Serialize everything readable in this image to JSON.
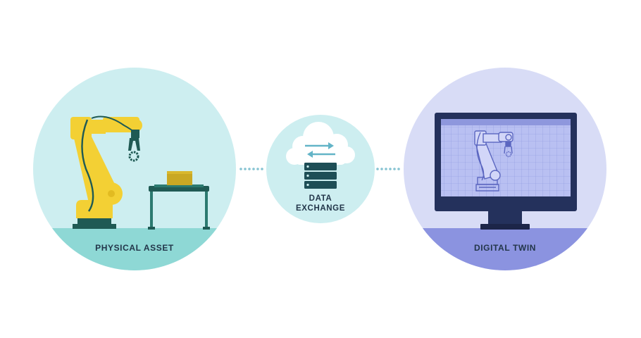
{
  "labels": {
    "physical_asset": "PHYSICAL ASSET",
    "data_exchange_line1": "DATA",
    "data_exchange_line2": "EXCHANGE",
    "digital_twin": "DIGITAL TWIN"
  },
  "colors": {
    "physical_circle": "#cdeef0",
    "physical_ground": "#8ed8d5",
    "exchange_circle": "#cdeef0",
    "digital_circle": "#d8dcf6",
    "digital_ground": "#8b93e0",
    "robot_yellow": "#f3d034",
    "robot_dark": "#1f5a54",
    "connector_dots": "#86c3d2",
    "server_dark": "#1e4e56",
    "arrow": "#63b4c7",
    "monitor_frame": "#24315c",
    "screen_bg": "#b9c0f2",
    "text_dark": "#23364a"
  },
  "icons": [
    "robot-arm-icon",
    "conveyor-table-icon",
    "box-icon",
    "cloud-icon",
    "exchange-arrows-icon",
    "server-icon",
    "monitor-icon",
    "robot-wireframe-icon"
  ]
}
